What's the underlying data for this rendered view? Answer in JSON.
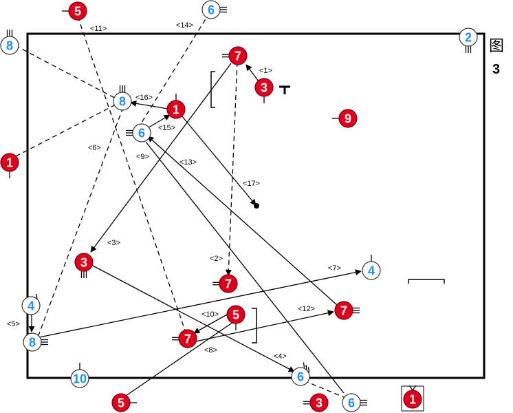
{
  "colors": {
    "attack": "#e0001b",
    "defend": "#1e90ff",
    "ink": "#000000"
  },
  "figure": {
    "char": "图",
    "number": "3"
  },
  "players": [
    {
      "id": "r5top",
      "team": "attack",
      "label": "5"
    },
    {
      "id": "b6top",
      "team": "defend",
      "label": "6"
    },
    {
      "id": "b8tl",
      "team": "defend",
      "label": "8"
    },
    {
      "id": "b2tr",
      "team": "defend",
      "label": "2"
    },
    {
      "id": "r7a",
      "team": "attack",
      "label": "7"
    },
    {
      "id": "r3a",
      "team": "attack",
      "label": "3"
    },
    {
      "id": "b8mid",
      "team": "defend",
      "label": "8"
    },
    {
      "id": "r1mid",
      "team": "attack",
      "label": "1"
    },
    {
      "id": "r9",
      "team": "attack",
      "label": "9"
    },
    {
      "id": "b6mid",
      "team": "defend",
      "label": "6"
    },
    {
      "id": "r1left",
      "team": "attack",
      "label": "1"
    },
    {
      "id": "r3left",
      "team": "attack",
      "label": "3"
    },
    {
      "id": "b4right",
      "team": "defend",
      "label": "4"
    },
    {
      "id": "r7b",
      "team": "attack",
      "label": "7"
    },
    {
      "id": "b4left",
      "team": "defend",
      "label": "4"
    },
    {
      "id": "r5mid",
      "team": "attack",
      "label": "5"
    },
    {
      "id": "r7c",
      "team": "attack",
      "label": "7"
    },
    {
      "id": "r7d",
      "team": "attack",
      "label": "7"
    },
    {
      "id": "b8bl",
      "team": "defend",
      "label": "8"
    },
    {
      "id": "b10",
      "team": "defend",
      "label": "10"
    },
    {
      "id": "b6bot",
      "team": "defend",
      "label": "6"
    },
    {
      "id": "r5bot",
      "team": "attack",
      "label": "5"
    },
    {
      "id": "r3bot",
      "team": "attack",
      "label": "3"
    },
    {
      "id": "b6br",
      "team": "defend",
      "label": "6"
    },
    {
      "id": "r1box",
      "team": "attack",
      "label": "1"
    }
  ],
  "labels": [
    {
      "id": "l1",
      "text": "<1>"
    },
    {
      "id": "l2",
      "text": "<2>"
    },
    {
      "id": "l3",
      "text": "<3>"
    },
    {
      "id": "l4",
      "text": "<4>"
    },
    {
      "id": "l5",
      "text": "<5>"
    },
    {
      "id": "l6",
      "text": "<6>"
    },
    {
      "id": "l7",
      "text": "<7>"
    },
    {
      "id": "l8",
      "text": "<8>"
    },
    {
      "id": "l9",
      "text": "<9>"
    },
    {
      "id": "l10",
      "text": "<10>"
    },
    {
      "id": "l11",
      "text": "<11>"
    },
    {
      "id": "l12",
      "text": "<12>"
    },
    {
      "id": "l13",
      "text": "<13>"
    },
    {
      "id": "l14",
      "text": "<14>"
    },
    {
      "id": "l15",
      "text": "<15>"
    },
    {
      "id": "l16",
      "text": "<16>"
    },
    {
      "id": "l17",
      "text": "<17>"
    }
  ]
}
